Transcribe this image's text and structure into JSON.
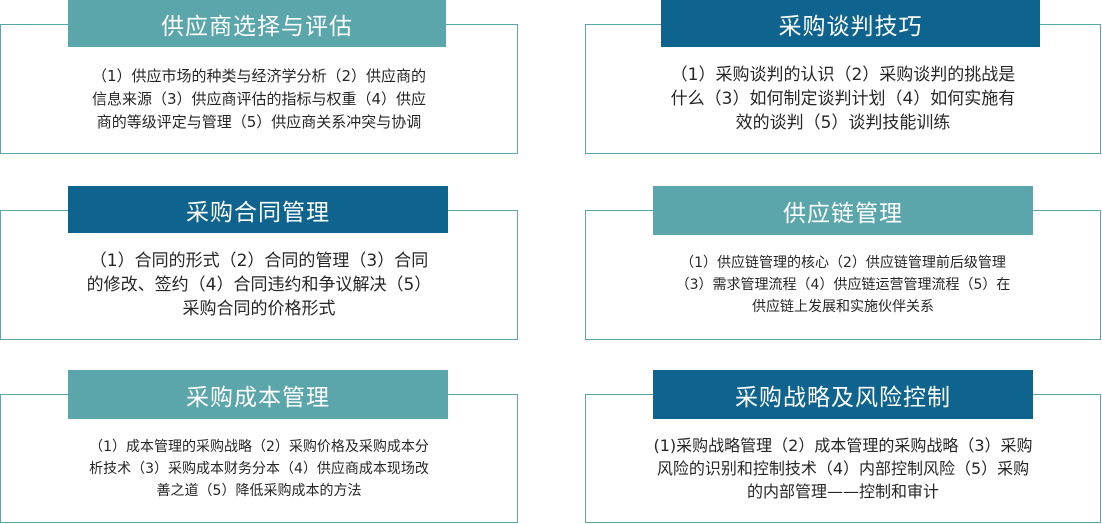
{
  "modules": [
    {
      "title": "供应商选择与评估",
      "lines": [
        "（1）供应市场的种类与经济学分析（2）供应商的",
        "信息来源（3）供应商评估的指标与权重（4）供应",
        "商的等级评定与管理（5）供应商关系冲突与协调"
      ]
    },
    {
      "title": "采购谈判技巧",
      "lines": [
        "（1）采购谈判的认识（2）采购谈判的挑战是",
        "什么（3）如何制定谈判计划（4）如何实施有",
        "效的谈判（5）谈判技能训练"
      ]
    },
    {
      "title": "采购合同管理",
      "lines": [
        "（1）合同的形式（2）合同的管理（3）合同",
        "的修改、签约（4）合同违约和争议解决（5）",
        "采购合同的价格形式"
      ]
    },
    {
      "title": "供应链管理",
      "lines": [
        "（1）供应链管理的核心（2）供应链管理前后级管理",
        "（3）需求管理流程（4）供应链运营管理流程（5）在",
        "供应链上发展和实施伙伴关系"
      ]
    },
    {
      "title": "采购成本管理",
      "lines": [
        "（1）成本管理的采购战略（2）采购价格及采购成本分",
        "析技术（3）采购成本财务分本（4）供应商成本现场改",
        "善之道（5）降低采购成本的方法"
      ]
    },
    {
      "title": "采购战略及风险控制",
      "lines": [
        "(1)采购战略管理（2）成本管理的采购战略（3）采购",
        "风险的识别和控制技术（4）内部控制风险（5）采购",
        "的内部管理——控制和审计"
      ]
    }
  ],
  "colors": {
    "teal": "#5aa6ab",
    "navy": "#0e648f",
    "border": "#5ba6ab",
    "text": "#262626"
  }
}
